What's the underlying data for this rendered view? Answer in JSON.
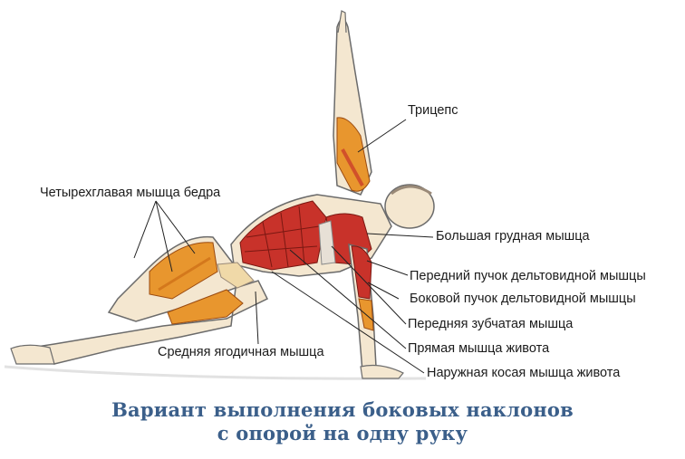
{
  "labels": {
    "triceps": "Трицепс",
    "quadriceps": "Четырехглавая мышца бедра",
    "pectoralis": "Большая грудная мышца",
    "front_delt": "Передний пучок дельтовидной мышцы",
    "side_delt": "Боковой пучок дельтовидной мышцы",
    "serratus": "Передняя зубчатая мышца",
    "gluteus_medius": "Средняя ягодичная мышца",
    "rectus_abdominis": "Прямая мышца живота",
    "external_oblique": "Наружная косая мышца живота"
  },
  "caption": {
    "line1": "Вариант выполнения боковых наклонов",
    "line2": "с опорой на одну руку"
  },
  "colors": {
    "muscle_red": "#c8322a",
    "muscle_orange": "#e8962e",
    "skin": "#f4e7d0",
    "outline": "#6b6b6b",
    "caption_blue": "#3b5f8a"
  }
}
